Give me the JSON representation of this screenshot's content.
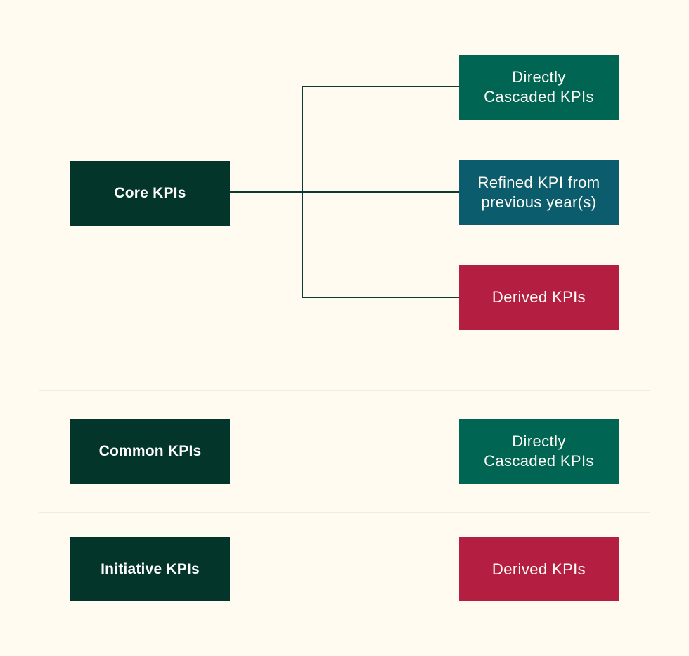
{
  "diagram": {
    "background_color": "#fffbf0",
    "colors": {
      "source_box": "#04352a",
      "directly_cascaded_box": "#006553",
      "refined_box": "#0b5c6d",
      "derived_box": "#b41f41",
      "connector_line": "#0c3a30",
      "divider_line": "#f2ecda",
      "label_text": "#ffffff"
    },
    "sections": [
      {
        "source": {
          "label": "Core KPIs"
        },
        "targets": [
          {
            "label": "Directly\nCascaded KPIs",
            "color": "#006553"
          },
          {
            "label": "Refined KPI from\nprevious year(s)",
            "color": "#0b5c6d"
          },
          {
            "label": "Derived KPIs",
            "color": "#b41f41"
          }
        ]
      },
      {
        "source": {
          "label": "Common KPIs"
        },
        "targets": [
          {
            "label": "Directly\nCascaded KPIs",
            "color": "#006553"
          }
        ]
      },
      {
        "source": {
          "label": "Initiative KPIs"
        },
        "targets": [
          {
            "label": "Derived KPIs",
            "color": "#b41f41"
          }
        ]
      }
    ]
  }
}
